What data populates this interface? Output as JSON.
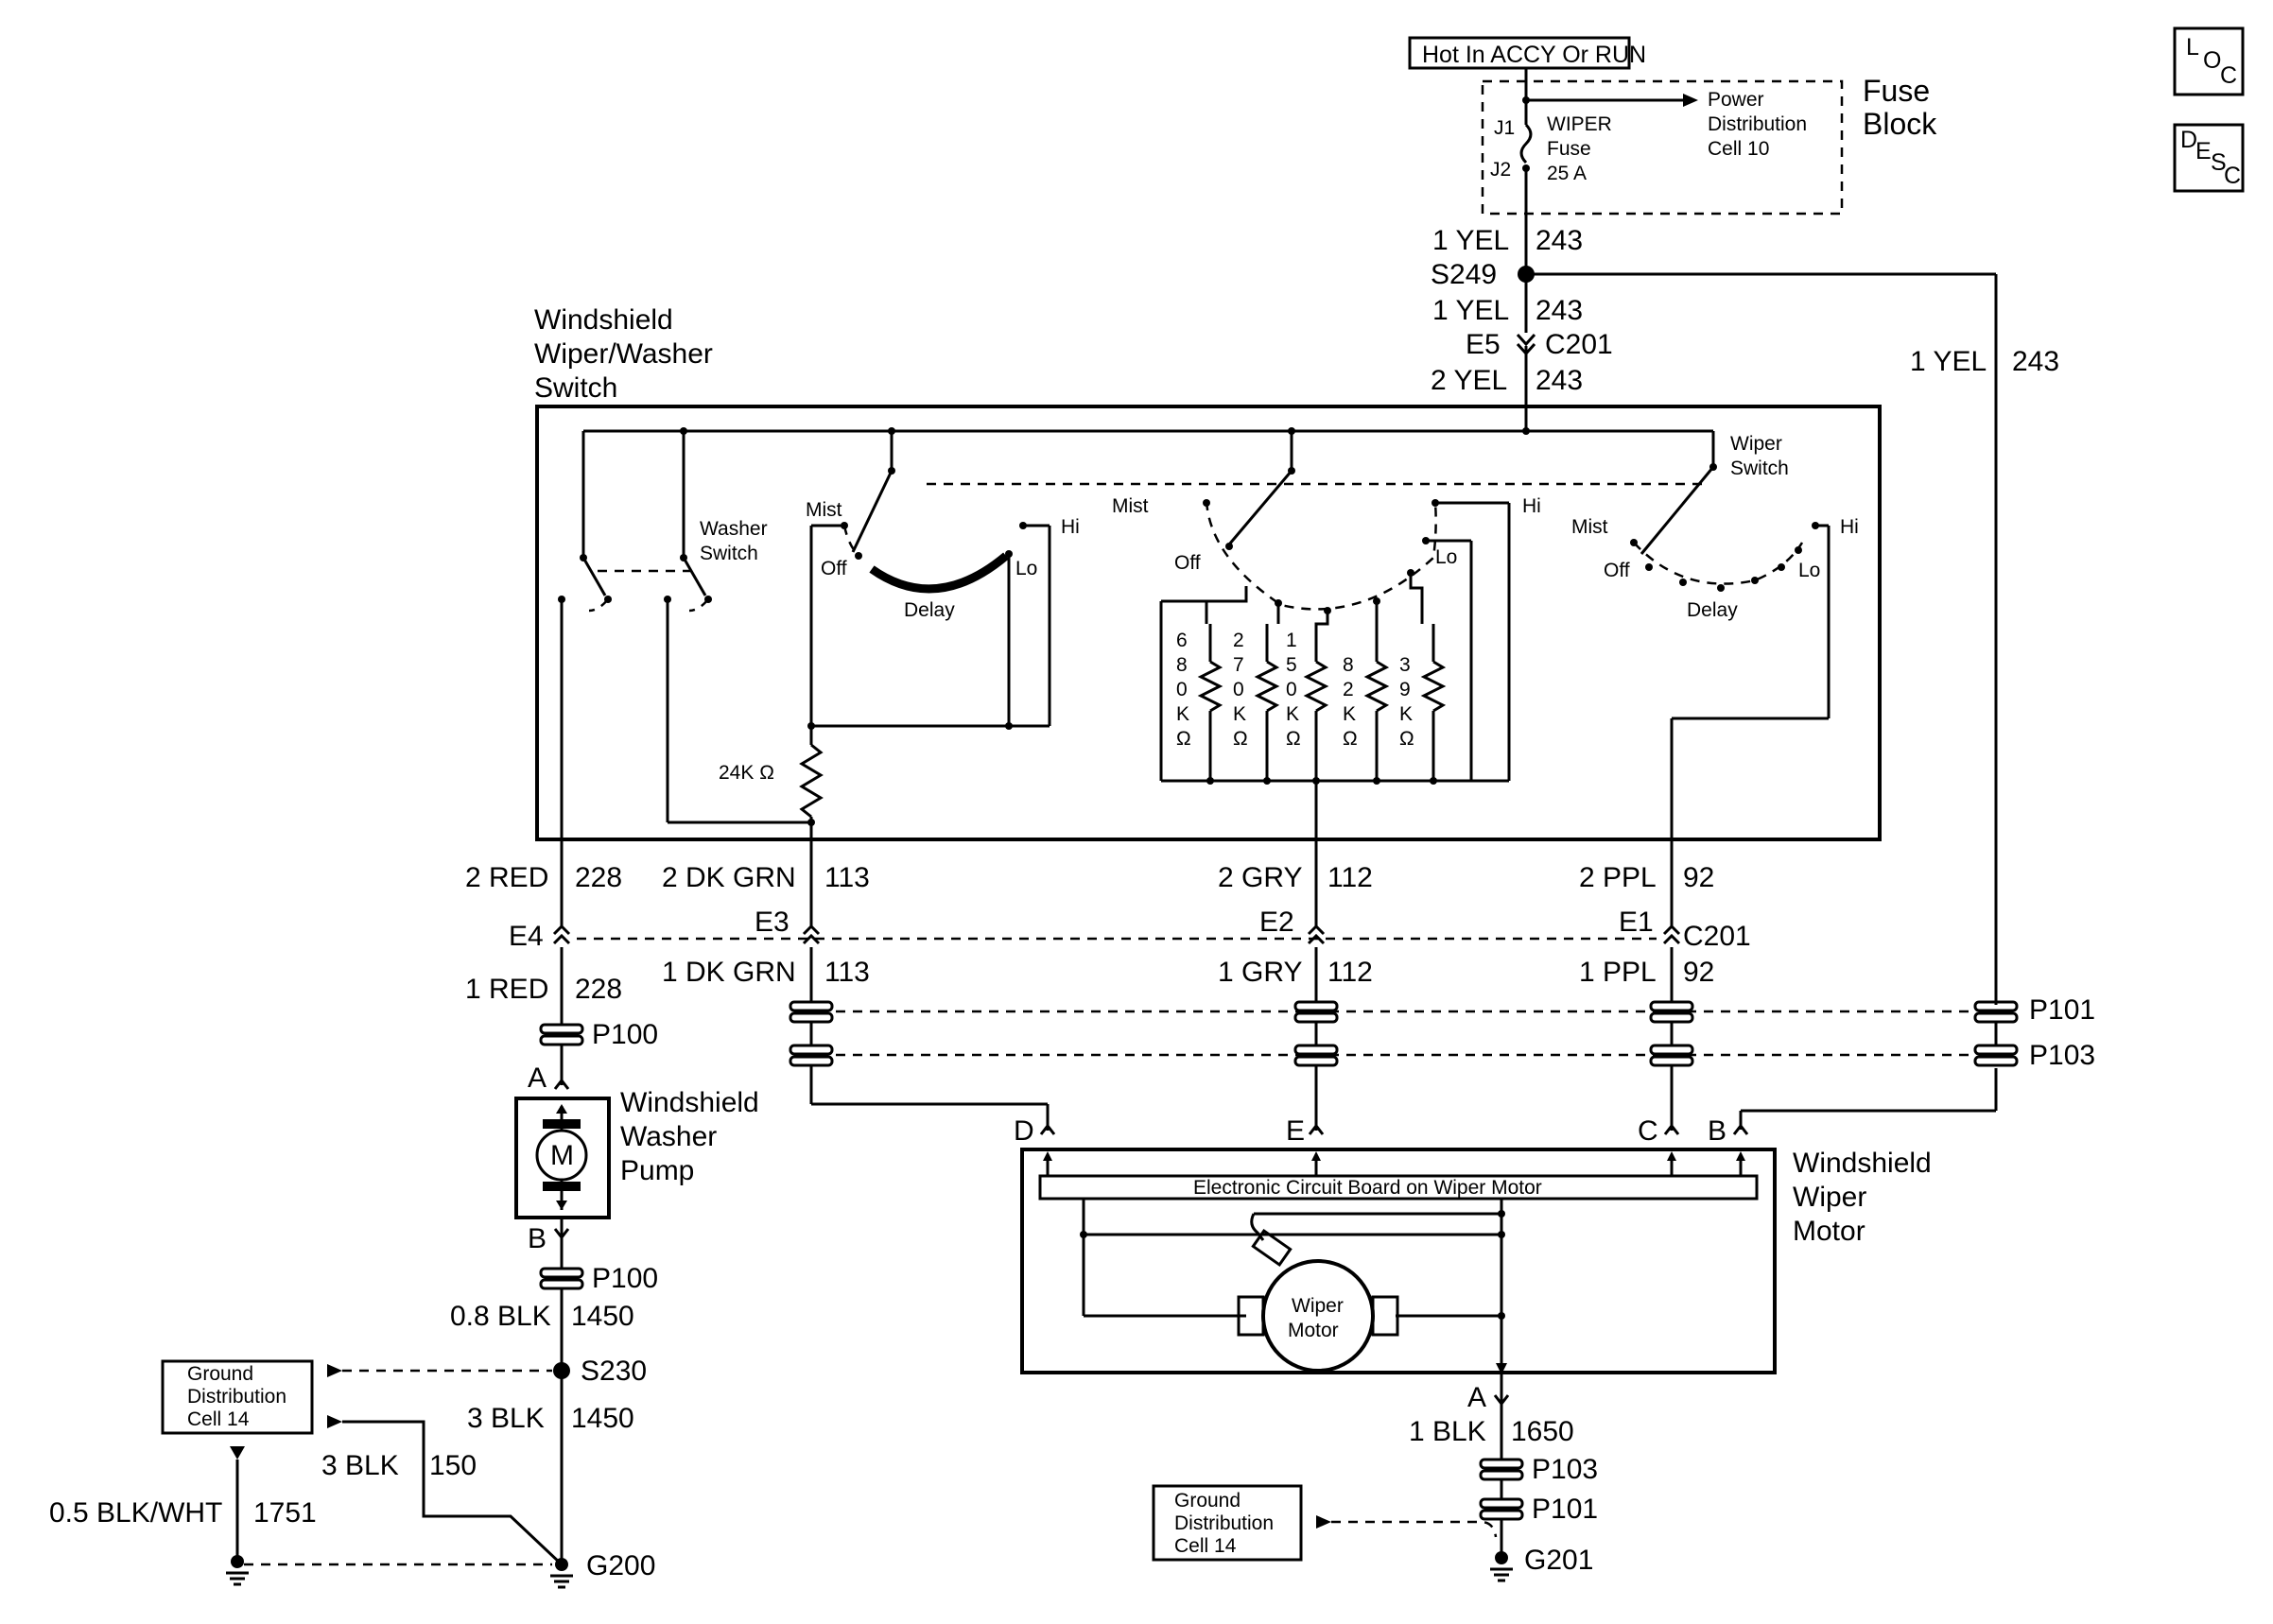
{
  "fuse_block": {
    "hot_label": "Hot In ACCY Or RUN",
    "title_line1": "Fuse",
    "title_line2": "Block",
    "j1": "J1",
    "j2": "J2",
    "fuse_line1": "WIPER",
    "fuse_line2": "Fuse",
    "fuse_line3": "25 A",
    "power_line1": "Power",
    "power_line2": "Distribution",
    "power_line3": "Cell 10"
  },
  "corner_icons": {
    "loc": [
      "L",
      "O",
      "C"
    ],
    "desc": [
      "D",
      "E",
      "S",
      "C"
    ]
  },
  "top_wires": {
    "w1_size": "1 YEL",
    "w1_circuit": "243",
    "splice": "S249",
    "w2_size": "1 YEL",
    "w2_circuit": "243",
    "e5": "E5",
    "c201": "C201",
    "w3_size": "2 YEL",
    "w3_circuit": "243",
    "right_size": "1 YEL",
    "right_circuit": "243"
  },
  "switch": {
    "title_line1": "Windshield",
    "title_line2": "Wiper/Washer",
    "title_line3": "Switch",
    "washer_line1": "Washer",
    "washer_line2": "Switch",
    "wiper_line1": "Wiper",
    "wiper_line2": "Switch",
    "mist": "Mist",
    "off": "Off",
    "hi": "Hi",
    "lo": "Lo",
    "delay": "Delay",
    "resistor_24k": "24K Ω",
    "resistors": [
      [
        "6",
        "8",
        "0",
        "K",
        "Ω"
      ],
      [
        "2",
        "7",
        "0",
        "K",
        "Ω"
      ],
      [
        "1",
        "5",
        "0",
        "K",
        "Ω"
      ],
      [
        "8",
        "2",
        "K",
        "Ω"
      ],
      [
        "3",
        "9",
        "K",
        "Ω"
      ]
    ]
  },
  "mid_wires": {
    "red_upper": "2 RED",
    "red_upper_c": "228",
    "dkgrn_upper": "2 DK GRN",
    "dkgrn_upper_c": "113",
    "gry_upper": "2 GRY",
    "gry_upper_c": "112",
    "ppl_upper": "2 PPL",
    "ppl_upper_c": "92",
    "e4": "E4",
    "e3": "E3",
    "e2": "E2",
    "e1": "E1",
    "c201": "C201",
    "red_lower": "1 RED",
    "red_lower_c": "228",
    "dkgrn_lower": "1 DK GRN",
    "dkgrn_lower_c": "113",
    "gry_lower": "1 GRY",
    "gry_lower_c": "112",
    "ppl_lower": "1 PPL",
    "ppl_lower_c": "92",
    "p101": "P101",
    "p103": "P103",
    "p100": "P100"
  },
  "pump": {
    "pin_a": "A",
    "pin_b": "B",
    "motor": "M",
    "title_line1": "Windshield",
    "title_line2": "Washer",
    "title_line3": "Pump",
    "p100_lower": "P100"
  },
  "wiper_motor": {
    "pin_d": "D",
    "pin_e": "E",
    "pin_c": "C",
    "pin_b": "B",
    "pin_a": "A",
    "board": "Electronic Circuit Board on Wiper Motor",
    "motor_line1": "Wiper",
    "motor_line2": "Motor",
    "title_line1": "Windshield",
    "title_line2": "Wiper",
    "title_line3": "Motor"
  },
  "ground_left": {
    "w1": "0.8 BLK",
    "w1_c": "1450",
    "s230": "S230",
    "w2": "3 BLK",
    "w2_c": "1450",
    "w3": "3 BLK",
    "w3_c": "150",
    "w4": "0.5 BLK/WHT",
    "w4_c": "1751",
    "g200": "G200",
    "box_line1": "Ground",
    "box_line2": "Distribution",
    "box_line3": "Cell 14"
  },
  "ground_right": {
    "w1": "1 BLK",
    "w1_c": "1650",
    "p103": "P103",
    "p101": "P101",
    "g201": "G201",
    "box_line1": "Ground",
    "box_line2": "Distribution",
    "box_line3": "Cell 14"
  }
}
